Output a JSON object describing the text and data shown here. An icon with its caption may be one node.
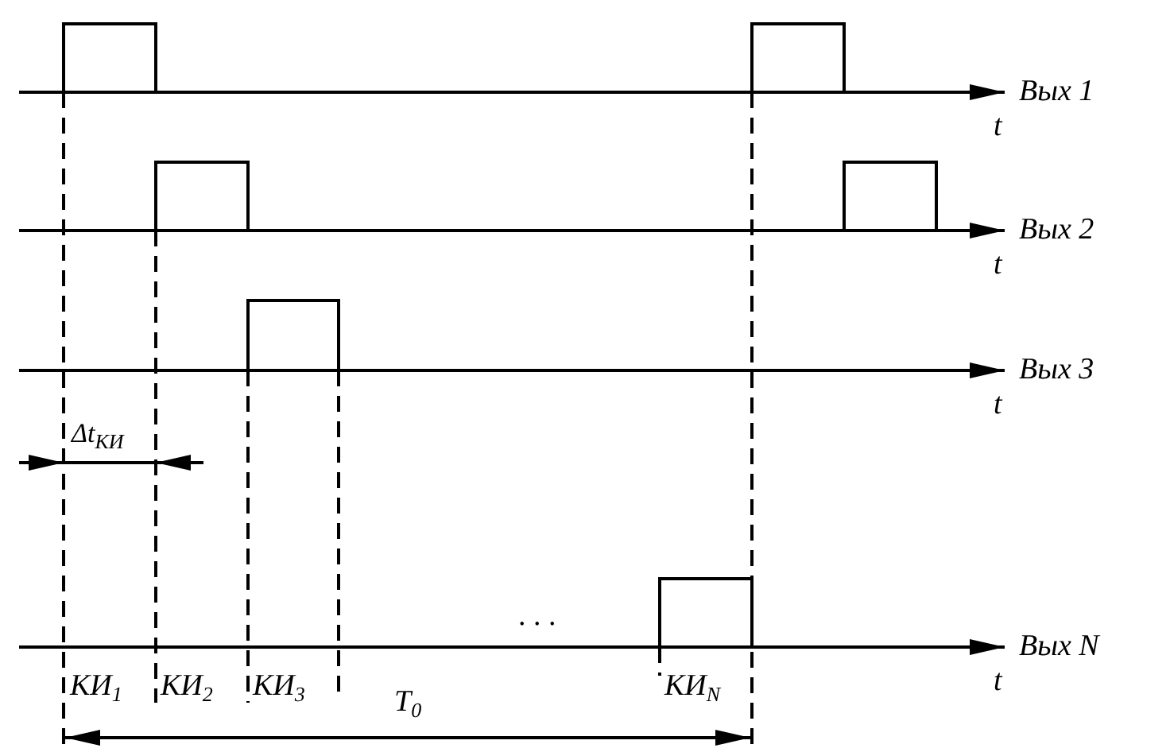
{
  "diagram": {
    "labels": [
      "Вых 1",
      "t",
      "Вых 2",
      "t",
      "Вых 3",
      "t",
      "Δt$_{КИ}$",
      ". . .",
      "Вых N",
      "t",
      "КИ$_{1}$",
      "КИ$_{2}$",
      "КИ$_{3}$",
      "КИ$_{N}$",
      "T$_{0}$"
    ]
  }
}
